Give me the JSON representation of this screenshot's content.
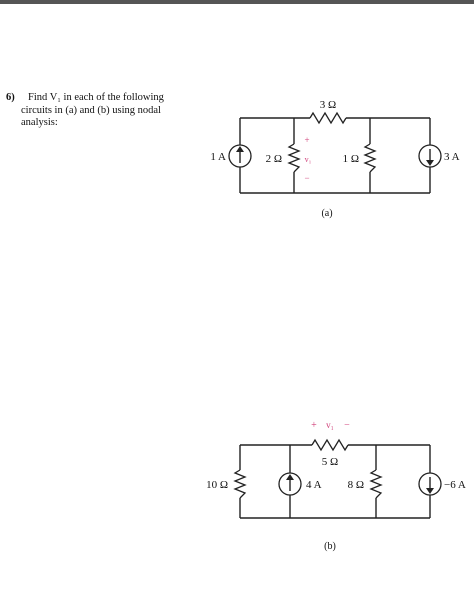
{
  "question": {
    "number": "6)",
    "line1": "Find V₁ in each of the following",
    "line2": "circuits in (a) and (b) using nodal",
    "line3": "analysis:"
  },
  "circuit_a": {
    "caption": "(a)",
    "r_top": "3 Ω",
    "r_left": "2 Ω",
    "r_right": "1 Ω",
    "src_left": "1 A",
    "src_right": "3 A",
    "plus": "+",
    "minus": "−",
    "v_label": "v₁"
  },
  "circuit_b": {
    "caption": "(b)",
    "r_top": "5 Ω",
    "r_left": "10 Ω",
    "r_mid": "8 Ω",
    "src_mid": "4 A",
    "src_right": "−6 A",
    "plus": "+",
    "minus": "−",
    "v_label": "v₁"
  }
}
